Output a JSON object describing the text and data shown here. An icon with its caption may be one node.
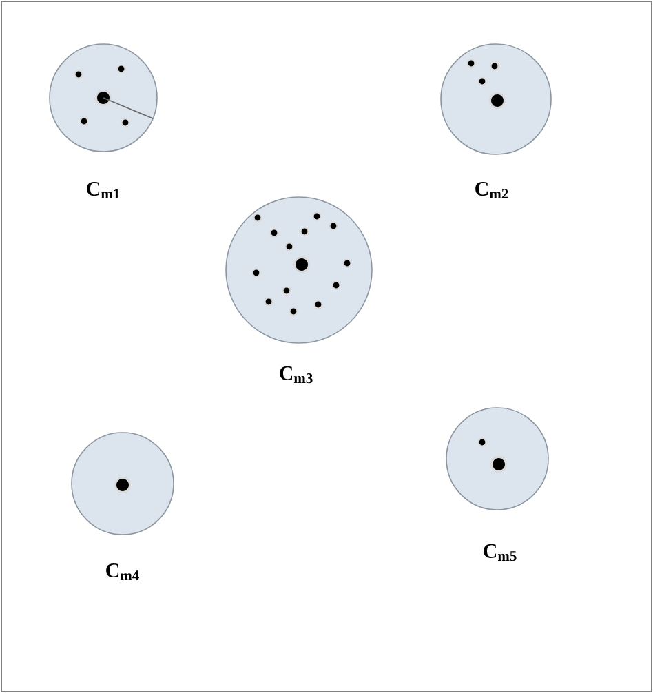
{
  "diagram": {
    "nodes": [
      {
        "text": [],
        "shape": "circle",
        "beside": [
          "C$_{m1}$"
        ]
      },
      {
        "text": [],
        "shape": "circle",
        "beside": [
          "C$_{m2}$"
        ]
      },
      {
        "text": [],
        "shape": "circle",
        "beside": [
          "C$_{m3}$"
        ]
      },
      {
        "text": [],
        "shape": "circle",
        "beside": [
          "C$_{m4}$"
        ]
      },
      {
        "text": [],
        "shape": "circle",
        "beside": [
          "C$_{m5}$"
        ]
      }
    ]
  }
}
